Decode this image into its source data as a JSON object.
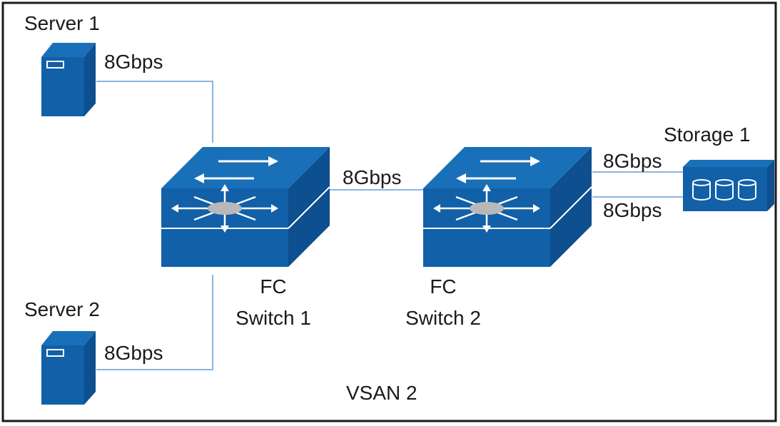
{
  "diagram": {
    "colors": {
      "device_front": "#1160a8",
      "device_top": "#1a70b8",
      "device_side": "#0d4f8f",
      "device_line": "#ffffff",
      "link": "#8ab4e0",
      "border": "#1a1a1a",
      "hub": "#b8b8b8"
    },
    "labels": {
      "server1": "Server 1",
      "server2": "Server 2",
      "storage1": "Storage 1",
      "switch1_line1": "FC",
      "switch1_line2": "Switch 1",
      "switch2_line1": "FC",
      "switch2_line2": "Switch 2",
      "vsan": "VSAN 2"
    },
    "links": {
      "server1_switch1": "8Gbps",
      "switch1_switch2": "8Gbps",
      "switch2_storage_a": "8Gbps",
      "switch2_storage_b": "8Gbps",
      "server2_switch1": "8Gbps"
    },
    "icons": {
      "server": "server-tower-icon",
      "switch": "fc-switch-icon",
      "storage": "storage-array-icon"
    }
  }
}
